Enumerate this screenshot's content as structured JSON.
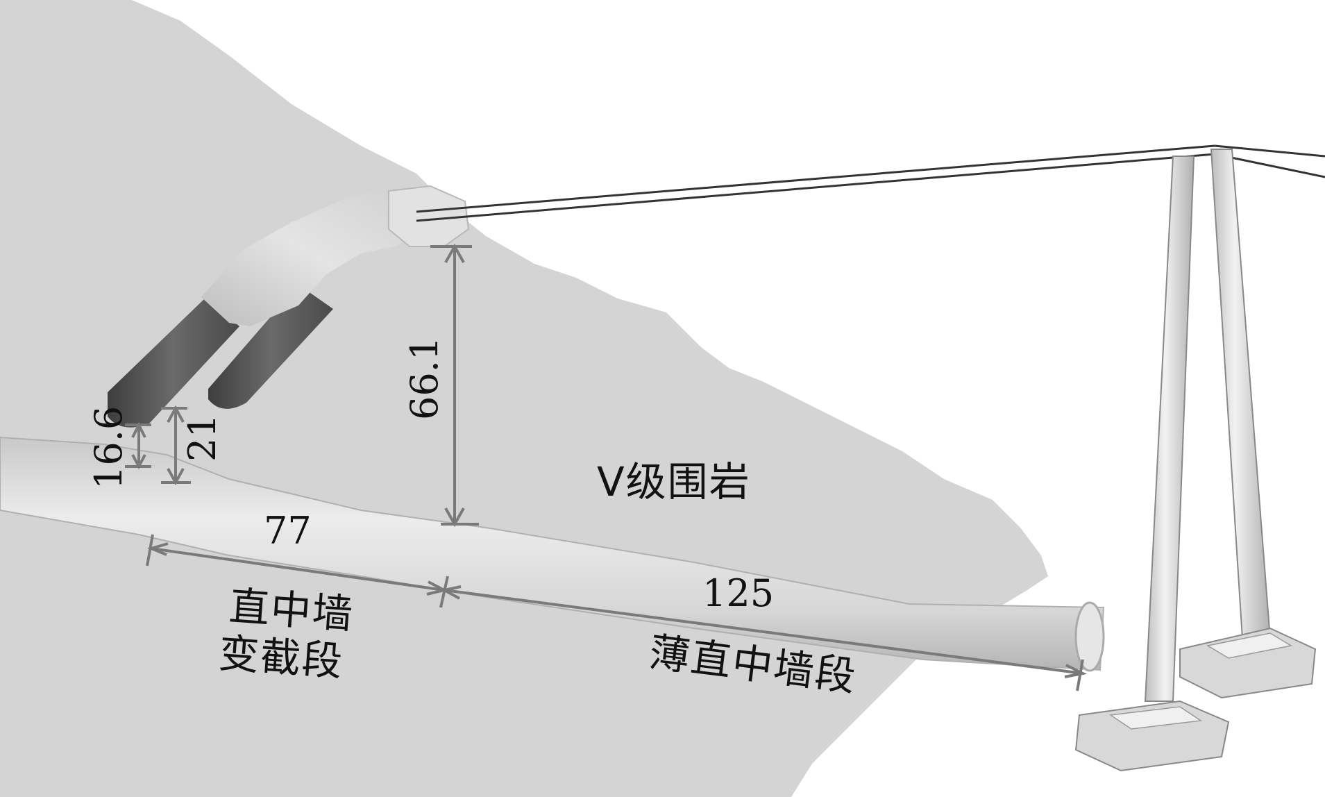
{
  "colors": {
    "rock_mass": "#d4d4d4",
    "tunnel_light": "#dedede",
    "tunnel_shadow": "#b8b8b8",
    "portal_dark": "#555555",
    "dimension_line": "#7a7a7a",
    "bridge": "#dcdcdc",
    "text": "#111111"
  },
  "labels": {
    "rock_grade": "V级围岩",
    "section_transition_line1": "直中墙",
    "section_transition_line2": "变截段",
    "section_thin": "薄直中墙段"
  },
  "dimensions": {
    "cover_left": "16.6",
    "cover_left2": "21",
    "cover_right": "66.1",
    "length_transition": "77",
    "length_thin": "125"
  }
}
